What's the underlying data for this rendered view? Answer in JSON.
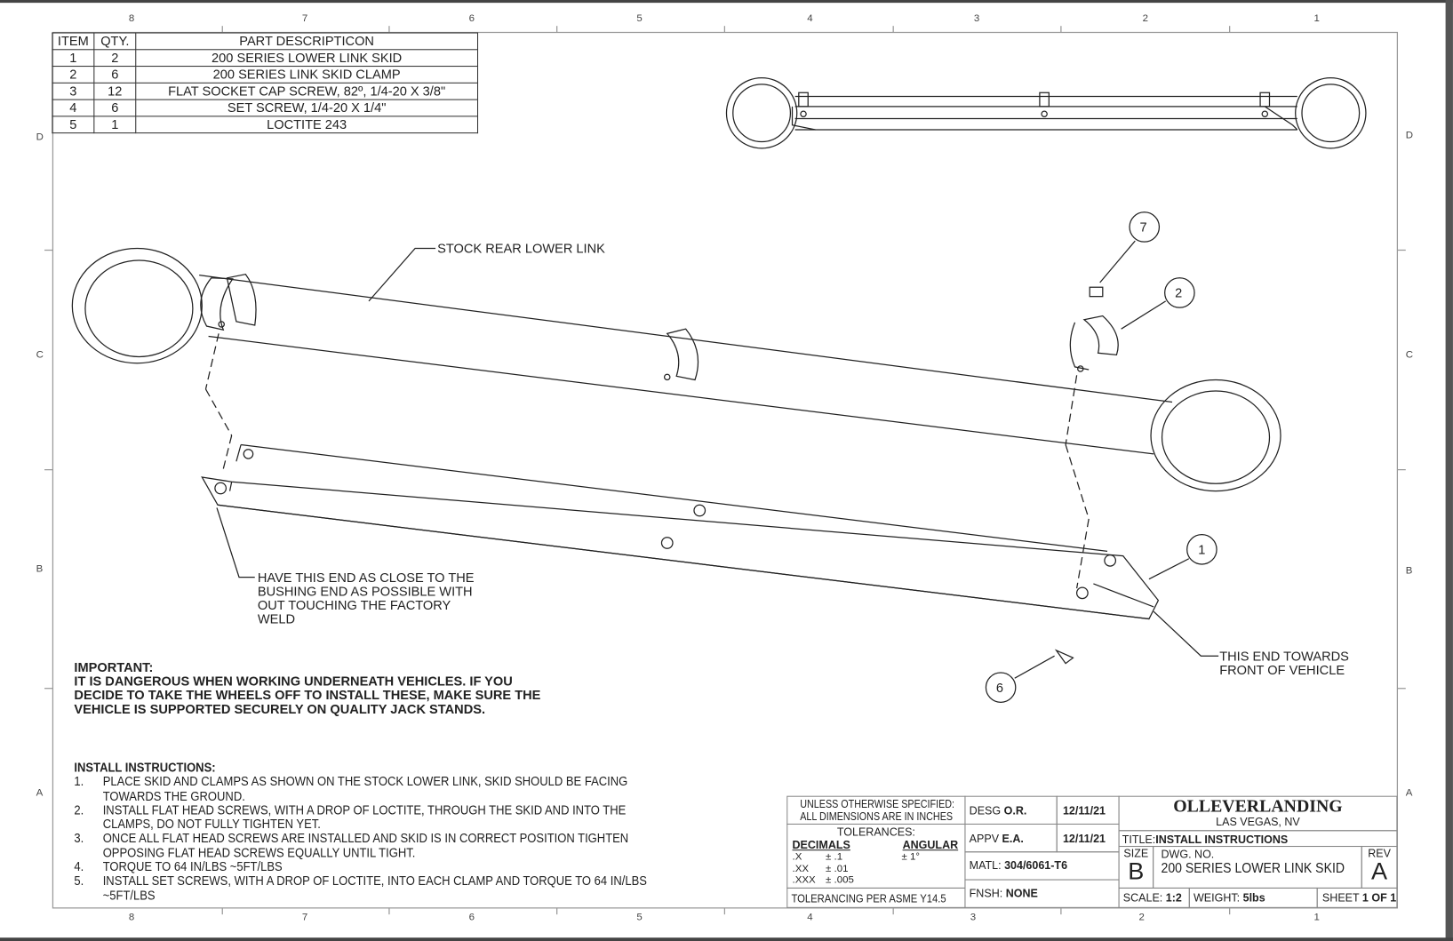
{
  "zones": {
    "columns": [
      "8",
      "7",
      "6",
      "5",
      "4",
      "3",
      "2",
      "1"
    ],
    "rows": [
      "D",
      "C",
      "B",
      "A"
    ]
  },
  "bom": {
    "headers": [
      "ITEM",
      "QTY.",
      "PART DESCRIPTICON"
    ],
    "rows": [
      [
        "1",
        "2",
        "200 SERIES LOWER LINK SKID"
      ],
      [
        "2",
        "6",
        "200 SERIES LINK SKID CLAMP"
      ],
      [
        "3",
        "12",
        "FLAT SOCKET CAP SCREW, 82º, 1/4-20 X 3/8\""
      ],
      [
        "4",
        "6",
        "SET SCREW, 1/4-20 X 1/4\""
      ],
      [
        "5",
        "1",
        "LOCTITE 243"
      ]
    ]
  },
  "callouts": {
    "stock_link": "STOCK REAR LOWER LINK",
    "close_end": [
      "HAVE THIS END AS CLOSE TO THE",
      "BUSHING END AS POSSIBLE WITH",
      "OUT TOUCHING THE FACTORY",
      "WELD"
    ],
    "front_end": [
      "THIS END TOWARDS",
      "FRONT OF VEHICLE"
    ],
    "balloons": [
      "7",
      "2",
      "1",
      "6"
    ]
  },
  "important": {
    "title": "IMPORTANT:",
    "lines": [
      "IT IS DANGEROUS WHEN WORKING UNDERNEATH VEHICLES. IF YOU",
      "DECIDE TO TAKE THE WHEELS OFF TO INSTALL THESE, MAKE SURE THE",
      "VEHICLE IS SUPPORTED SECURELY ON QUALITY JACK STANDS."
    ]
  },
  "instructions": {
    "title": "INSTALL INSTRUCTIONS:",
    "steps": [
      {
        "num": "1.",
        "lines": [
          "PLACE SKID AND CLAMPS AS SHOWN ON THE STOCK LOWER LINK, SKID SHOULD BE FACING",
          "TOWARDS THE GROUND."
        ]
      },
      {
        "num": "2.",
        "lines": [
          "INSTALL FLAT HEAD SCREWS, WITH A DROP OF LOCTITE, THROUGH THE SKID AND INTO THE",
          "CLAMPS, DO NOT FULLY TIGHTEN YET."
        ]
      },
      {
        "num": "3.",
        "lines": [
          "ONCE ALL FLAT HEAD SCREWS ARE INSTALLED AND SKID IS IN CORRECT POSITION TIGHTEN",
          "OPPOSING FLAT HEAD SCREWS EQUALLY UNTIL TIGHT."
        ]
      },
      {
        "num": "4.",
        "lines": [
          "TORQUE TO 64 IN/LBS ~5FT/LBS"
        ]
      },
      {
        "num": "5.",
        "lines": [
          "INSTALL SET SCREWS, WITH A DROP OF LOCTITE, INTO EACH CLAMP AND TORQUE TO 64 IN/LBS",
          "~5FT/LBS"
        ]
      }
    ]
  },
  "title_block": {
    "unless": [
      "UNLESS OTHERWISE SPECIFIED:",
      "ALL DIMENSIONS ARE IN INCHES"
    ],
    "tolerances": "TOLERANCES:",
    "decimals": "DECIMALS",
    "angular": "ANGULAR",
    "tol_rows": [
      [
        ".X",
        "± .1"
      ],
      [
        ".XX",
        "± .01"
      ],
      [
        ".XXX",
        "± .005"
      ]
    ],
    "angular_value": "± 1°",
    "asme": "TOLERANCING PER ASME Y14.5",
    "desg_label": "DESG",
    "desg": "O.R.",
    "desg_date": "12/11/21",
    "appv_label": "APPV",
    "appv": "E.A.",
    "appv_date": "12/11/21",
    "matl_label": "MATL:",
    "matl": "304/6061-T6",
    "fnsh_label": "FNSH:",
    "fnsh": "NONE",
    "company": "OLLEVERLANDING",
    "location": "LAS VEGAS, NV",
    "title_label": "TITLE:",
    "title": "INSTALL INSTRUCTIONS",
    "size_label": "SIZE",
    "size": "B",
    "dwg_label": "DWG. NO.",
    "dwg": "200 SERIES LOWER LINK SKID",
    "rev_label": "REV",
    "rev": "A",
    "scale_label": "SCALE:",
    "scale": "1:2",
    "weight_label": "WEIGHT:",
    "weight": "5lbs",
    "sheet_label": "SHEET",
    "sheet": "1 OF 1"
  }
}
